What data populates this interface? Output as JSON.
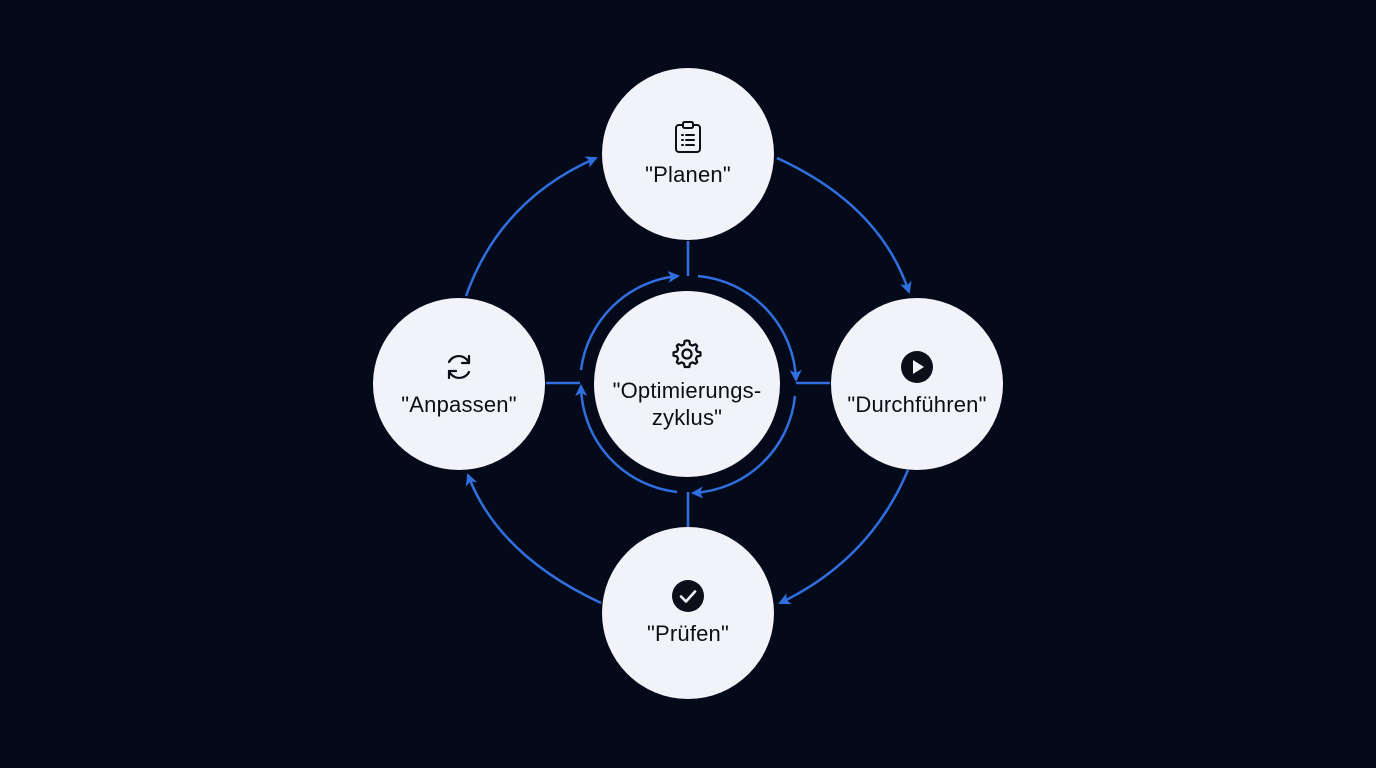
{
  "colors": {
    "background": "#050a1b",
    "node_fill": "#f1f3f8",
    "arrow": "#2f6fe0",
    "text": "#0b0f19"
  },
  "nodes": {
    "planen": {
      "label": "\"Planen\"",
      "icon": "clipboard-icon"
    },
    "durchfuehren": {
      "label": "\"Durchführen\"",
      "icon": "play-icon"
    },
    "pruefen": {
      "label": "\"Prüfen\"",
      "icon": "check-circle-icon"
    },
    "anpassen": {
      "label": "\"Anpassen\"",
      "icon": "refresh-icon"
    },
    "center": {
      "label_line1": "\"Optimierungs-",
      "label_line2": "zyklus\"",
      "icon": "gear-icon"
    }
  },
  "edges": [
    {
      "from": "planen",
      "to": "durchfuehren"
    },
    {
      "from": "durchfuehren",
      "to": "pruefen"
    },
    {
      "from": "pruefen",
      "to": "anpassen"
    },
    {
      "from": "anpassen",
      "to": "planen"
    }
  ]
}
